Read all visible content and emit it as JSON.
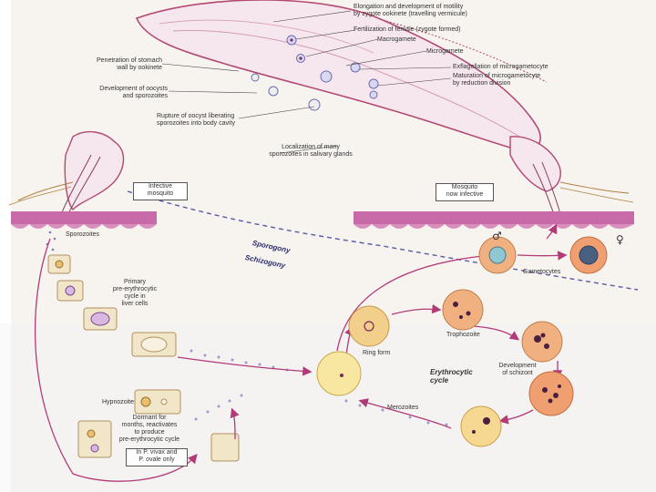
{
  "mosquito_labels": {
    "elongation": "Elongation and development of motility\nby zygote ookinete (travelling vermicule)",
    "fertilization": "Fertilization of female (zygote formed)",
    "macrogamete": "Macrogamete",
    "microgamete": "Microgamete",
    "exflagellation": "Exflagellation of microgametocyte",
    "maturation": "Maturation of microgametocyte\nby reduction division",
    "penetration": "Penetration of stomach\nwall by ookinete",
    "oocysts": "Development of oocysts\nand sporozoites",
    "rupture": "Rupture of oocyst liberating\nsporozoites into body cavity",
    "localization": "Localization of many\nsporozoites in salivary glands"
  },
  "boxes": {
    "infective": "Infective\nmosquito",
    "now_infective": "Mosquito\nnow infective",
    "vivax": "In P. vivax and\nP. ovale only"
  },
  "cycle_labels": {
    "sporogony": "Sporogony",
    "schizogony": "Schizogony",
    "sporozoites": "Sporozoites",
    "primary": "Primary\npre-erythrocytic\ncycle in\nliver cells",
    "hypnozoite": "Hypnozoite",
    "dormant": "Dormant for\nmonths, reactivates\nto produce\npre-erythrocytic cycle",
    "ring": "Ring form",
    "trophozoite": "Trophozoite",
    "schizont": "Development\nof schizont",
    "erythrocytic": "Erythrocytic\ncycle",
    "merozoites": "Merozoites",
    "gametocytes": "Gametocytes",
    "male": "♂",
    "female": "♀"
  },
  "colors": {
    "cycle_arrow": "#b23a78",
    "dashed_line": "#5a5aa8",
    "skin": "#c86aa8",
    "mosquito_outline": "#b24a74"
  }
}
